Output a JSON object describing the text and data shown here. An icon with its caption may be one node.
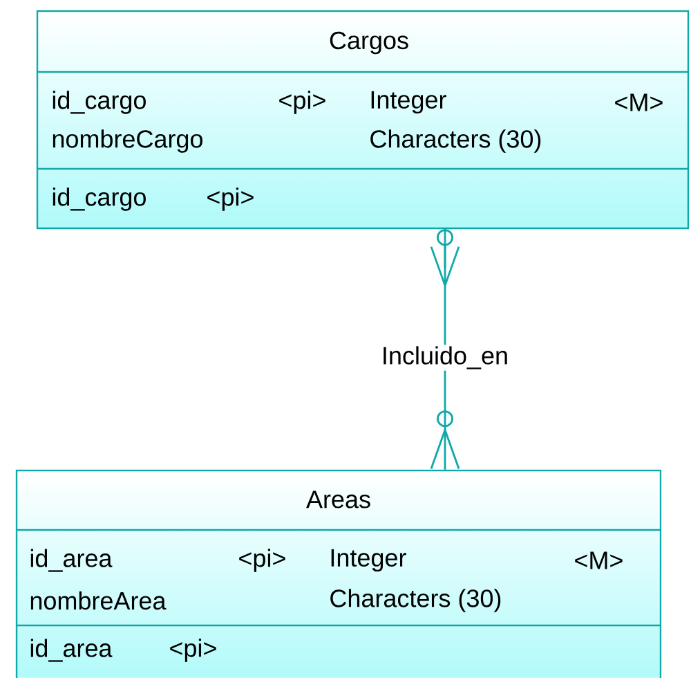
{
  "diagram": {
    "nodes": [
      {
        "text": [
          "Cargos",
          "id_cargo",
          "<pi>",
          "Integer",
          "<M>",
          "nombreCargo",
          "Characters (30)",
          "id_cargo",
          "<pi>"
        ]
      },
      {
        "text": [
          "Areas",
          "id_area",
          "<pi>",
          "Integer",
          "<M>",
          "nombreArea",
          "Characters (30)",
          "id_area",
          "<pi>"
        ]
      }
    ],
    "edges": [
      {
        "from": 0,
        "to": 1,
        "arrow": "other",
        "label": "Incluido_en"
      }
    ]
  }
}
